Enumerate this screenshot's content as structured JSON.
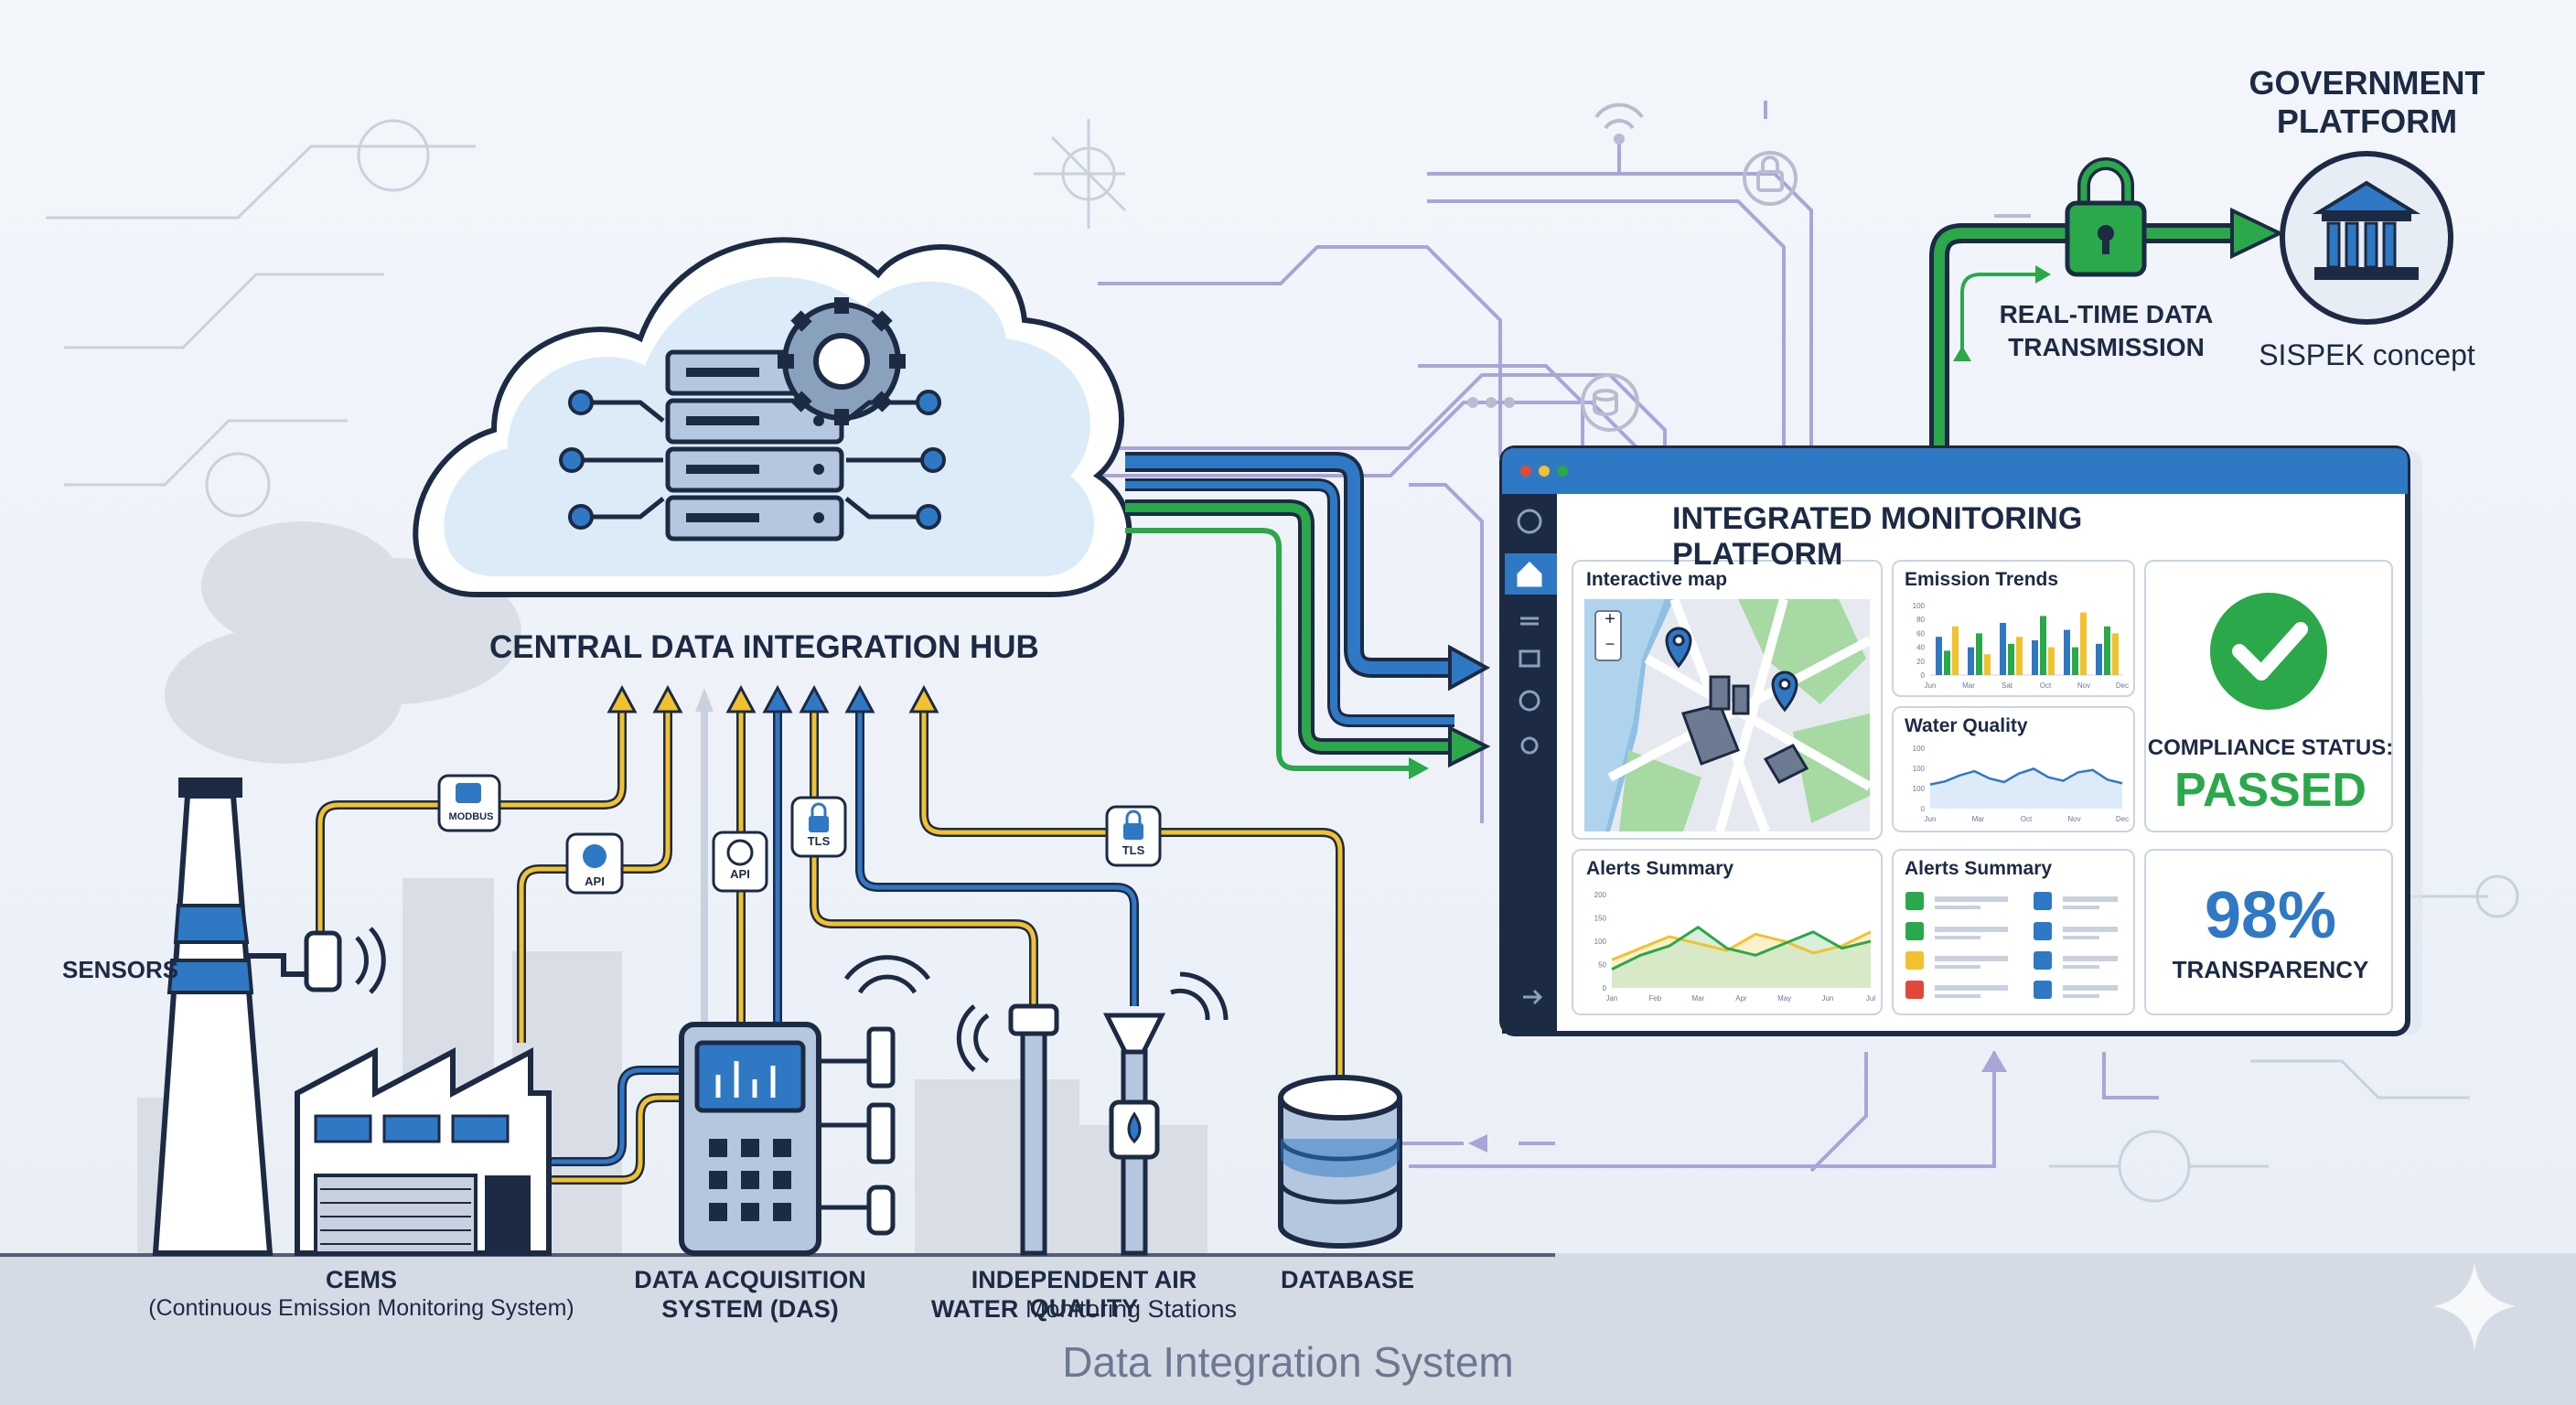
{
  "footer": {
    "title": "Data Integration System"
  },
  "hub": {
    "title": "CENTRAL DATA INTEGRATION HUB"
  },
  "government": {
    "title": "GOVERNMENT PLATFORM",
    "concept": "SISPEK concept"
  },
  "transmission": {
    "label": "REAL-TIME DATA TRANSMISSION"
  },
  "protocols": {
    "modbus": "MODBUS",
    "api": "API",
    "tls": "TLS"
  },
  "sources": {
    "sensors": "SENSORS",
    "cems_title": "CEMS",
    "cems_sub": "(Continuous Emission Monitoring System)",
    "das_line1": "DATA ACQUISITION",
    "das_line2": "SYSTEM (DAS)",
    "stations_line1": "INDEPENDENT AIR QUALITY",
    "stations_bold": "WATER",
    "stations_rest": "Monitoring Stations",
    "database": "DATABASE"
  },
  "platform": {
    "title": "INTEGRATED MONITORING PLATFORM",
    "map": {
      "title": "Interactive map",
      "zoom_in": "+",
      "zoom_out": "−"
    },
    "emission": {
      "title": "Emission Trends",
      "y_ticks": [
        "100",
        "80",
        "60",
        "40",
        "20",
        "0"
      ],
      "x_ticks": [
        "Jun",
        "Mar",
        "Sat",
        "Oct",
        "Nov",
        "Dec"
      ],
      "bars": [
        [
          55,
          35,
          70
        ],
        [
          40,
          60,
          30
        ],
        [
          75,
          45,
          55
        ],
        [
          50,
          85,
          40
        ],
        [
          65,
          40,
          90
        ],
        [
          45,
          70,
          60
        ]
      ]
    },
    "water": {
      "title": "Water Quality",
      "y_ticks": [
        "100",
        "100",
        "100",
        "0"
      ],
      "x_ticks": [
        "Jun",
        "Mar",
        "Oct",
        "Nov",
        "Dec"
      ],
      "values": [
        40,
        45,
        55,
        62,
        50,
        44,
        58,
        66,
        52,
        46,
        60,
        64,
        48,
        42
      ]
    },
    "compliance": {
      "label": "COMPLIANCE STATUS:",
      "value": "PASSED"
    },
    "alerts_chart": {
      "title": "Alerts Summary",
      "y_ticks": [
        "200",
        "150",
        "100",
        "50",
        "0"
      ],
      "x_ticks": [
        "Jan",
        "Feb",
        "Mar",
        "Apr",
        "May",
        "Jun",
        "Jul"
      ],
      "series_a": [
        60,
        85,
        110,
        95,
        80,
        115,
        100,
        75,
        90,
        120
      ],
      "series_b": [
        40,
        70,
        90,
        130,
        85,
        70,
        95,
        120,
        85,
        100
      ]
    },
    "alerts_list": {
      "title": "Alerts Summary"
    },
    "transparency": {
      "value": "98%",
      "label": "TRANSPARENCY"
    }
  },
  "colors": {
    "navy": "#1c2a44",
    "blue": "#2f78c4",
    "green": "#2aa84a",
    "yellow": "#f2c12e",
    "purple": "#a9a5d8",
    "red": "#e0493a"
  }
}
